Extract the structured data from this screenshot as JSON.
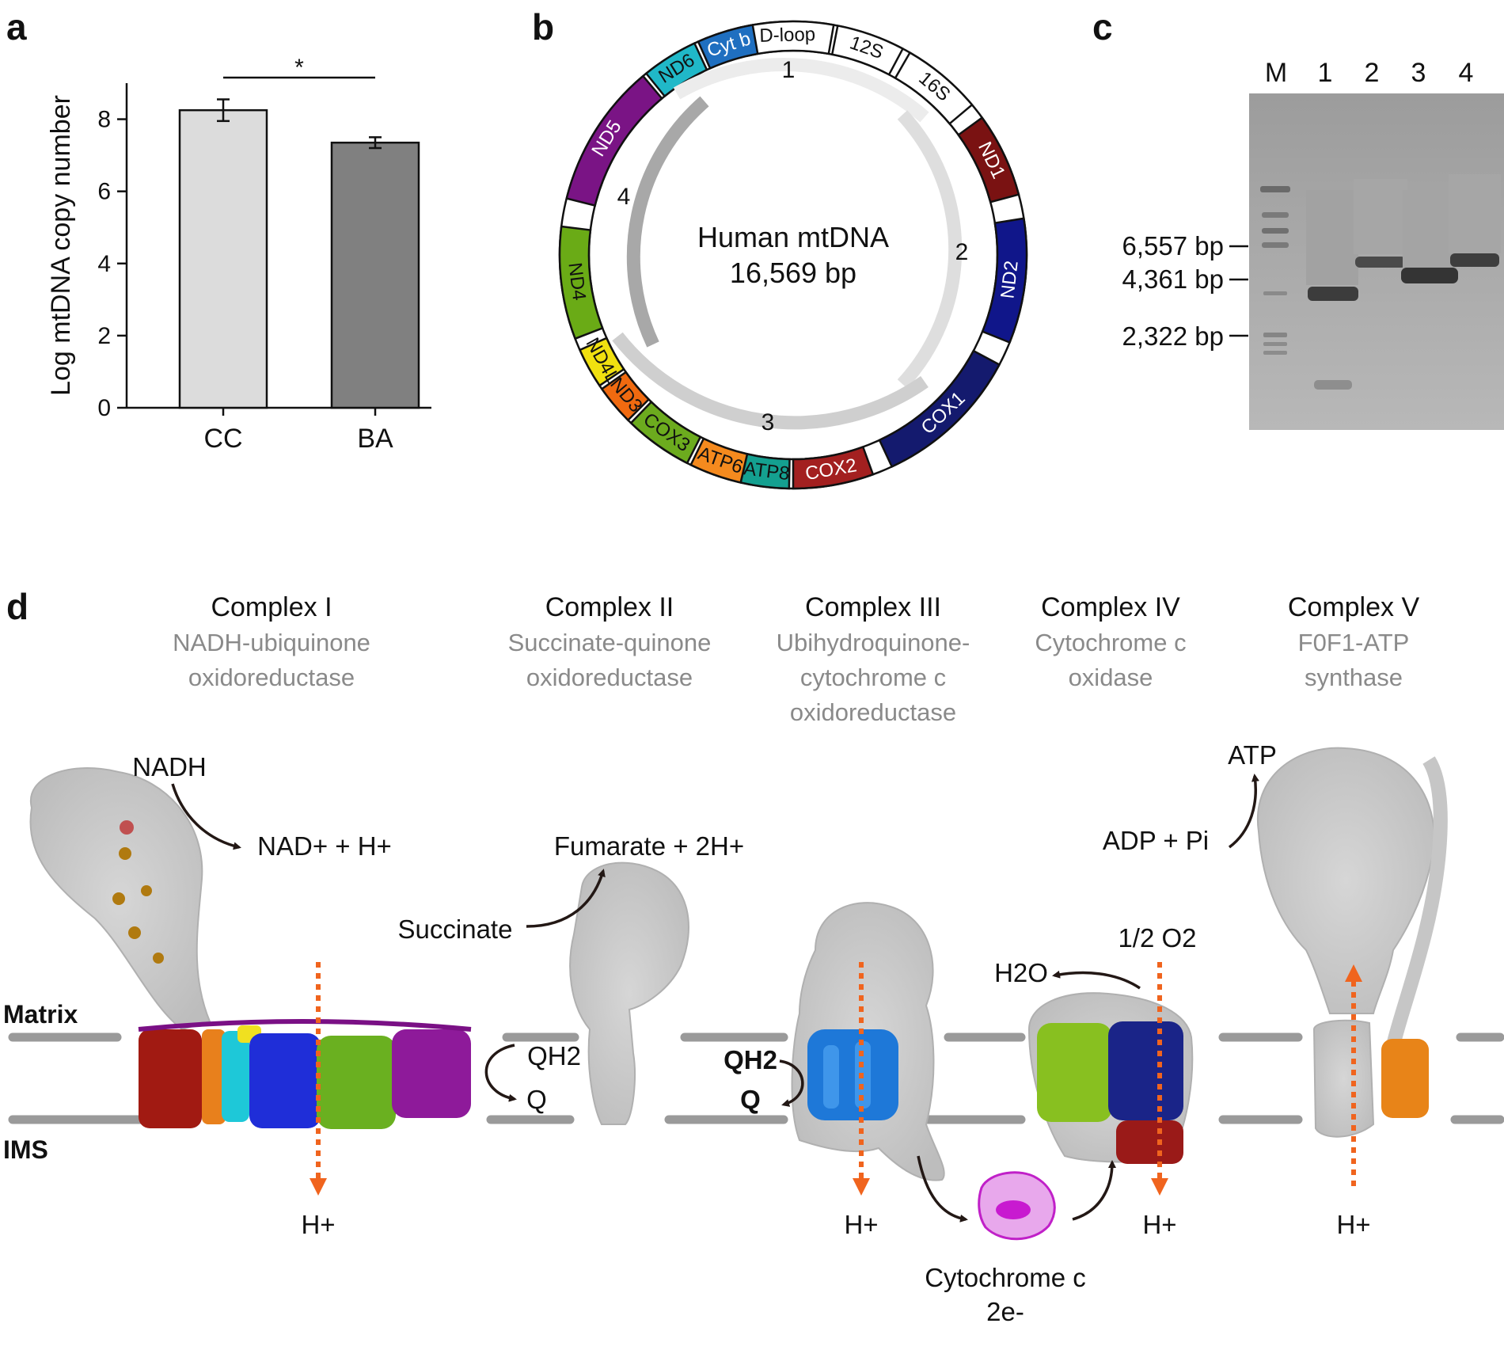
{
  "panels": {
    "a": "a",
    "b": "b",
    "c": "c",
    "d": "d"
  },
  "chart_data": {
    "type": "bar",
    "categories": [
      "CC",
      "BA"
    ],
    "values": [
      8.25,
      7.35
    ],
    "errors": [
      0.3,
      0.15
    ],
    "ylabel": "Log mtDNA copy number",
    "yticks": [
      "0",
      "2",
      "4",
      "6",
      "8"
    ],
    "ylim": [
      0,
      9
    ],
    "significance": "*",
    "colors": [
      "#dcdcdc",
      "#808080"
    ]
  },
  "mtdna": {
    "title": "Human mtDNA",
    "size": "16,569 bp",
    "genes": [
      {
        "name": "D-loop",
        "color": "#ffffff",
        "text": "#111111"
      },
      {
        "name": "12S",
        "color": "#ffffff",
        "text": "#111111"
      },
      {
        "name": "16S",
        "color": "#ffffff",
        "text": "#111111"
      },
      {
        "name": "ND1",
        "color": "#7a1212",
        "text": "#ffffff"
      },
      {
        "name": "ND2",
        "color": "#10168a",
        "text": "#ffffff"
      },
      {
        "name": "COX1",
        "color": "#141a6e",
        "text": "#ffffff"
      },
      {
        "name": "COX2",
        "color": "#a32020",
        "text": "#ffffff"
      },
      {
        "name": "ATP8",
        "color": "#14a090",
        "text": "#111111"
      },
      {
        "name": "ATP6",
        "color": "#f58a1e",
        "text": "#111111"
      },
      {
        "name": "COX3",
        "color": "#6cab1e",
        "text": "#111111"
      },
      {
        "name": "ND3",
        "color": "#f06a10",
        "text": "#111111"
      },
      {
        "name": "ND4L",
        "color": "#f0e010",
        "text": "#111111"
      },
      {
        "name": "ND4",
        "color": "#6aab16",
        "text": "#111111"
      },
      {
        "name": "ND5",
        "color": "#7a1485",
        "text": "#ffffff"
      },
      {
        "name": "ND6",
        "color": "#20b8c8",
        "text": "#111111"
      },
      {
        "name": "Cyt b",
        "color": "#1f6fc0",
        "text": "#ffffff"
      }
    ],
    "fragments": [
      "1",
      "2",
      "3",
      "4"
    ]
  },
  "gel": {
    "lanes": [
      "M",
      "1",
      "2",
      "3",
      "4"
    ],
    "markers": [
      "6,557 bp",
      "4,361 bp",
      "2,322 bp"
    ]
  },
  "complexes": [
    {
      "name": "Complex I",
      "desc": [
        "NADH-ubiquinone",
        "oxidoreductase"
      ]
    },
    {
      "name": "Complex II",
      "desc": [
        "Succinate-quinone",
        "oxidoreductase"
      ]
    },
    {
      "name": "Complex III",
      "desc": [
        "Ubihydroquinone-",
        "cytochrome c",
        "oxidoreductase"
      ]
    },
    {
      "name": "Complex IV",
      "desc": [
        "Cytochrome c",
        "oxidase"
      ]
    },
    {
      "name": "Complex V",
      "desc": [
        "F0F1-ATP",
        "synthase"
      ]
    }
  ],
  "membrane": {
    "matrix": "Matrix",
    "ims": "IMS"
  },
  "reactions": {
    "nadh": "NADH",
    "nad": "NAD+ + H+",
    "succinate": "Succinate",
    "fumarate": "Fumarate + 2H+",
    "qh2": "QH2",
    "q": "Q",
    "h2o": "H2O",
    "o2": "1/2 O2",
    "atp": "ATP",
    "adp": "ADP + Pi",
    "hplus": "H+",
    "cytc": "Cytochrome c",
    "electrons": "2e-"
  }
}
